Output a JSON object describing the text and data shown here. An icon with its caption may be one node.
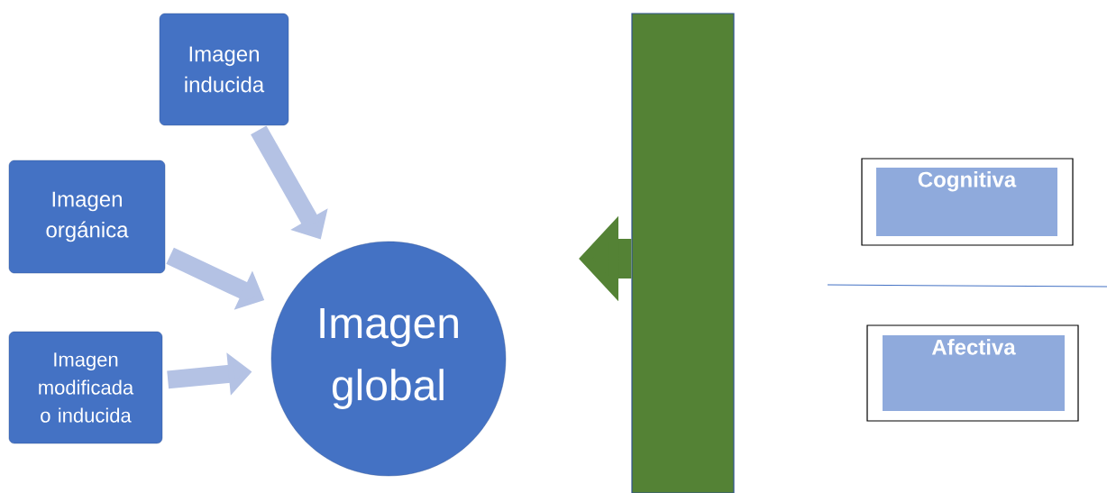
{
  "diagram": {
    "nodes": [
      {
        "text": [
          "Imagen inducida"
        ]
      },
      {
        "text": [
          "Imagen orgánica"
        ]
      },
      {
        "text": [
          "Imagen modificada o inducida"
        ]
      },
      {
        "text": [
          "Imagen global"
        ]
      },
      {
        "text": [],
        "shape": "bar"
      },
      {
        "text": [],
        "shape": "box"
      },
      {
        "text": [
          "Cognitiva"
        ],
        "in": 5
      },
      {
        "text": [],
        "shape": "box"
      },
      {
        "text": [
          "Afectiva"
        ],
        "in": 7
      }
    ],
    "edges": [
      {
        "from": 0,
        "to": 3,
        "arrow": "to"
      },
      {
        "from": 1,
        "to": 3,
        "arrow": "to"
      },
      {
        "from": 2,
        "to": 3,
        "arrow": "to"
      },
      {
        "from": 4,
        "to": null,
        "arrow": "to",
        "style": "thick",
        "color": "#548235"
      }
    ]
  }
}
